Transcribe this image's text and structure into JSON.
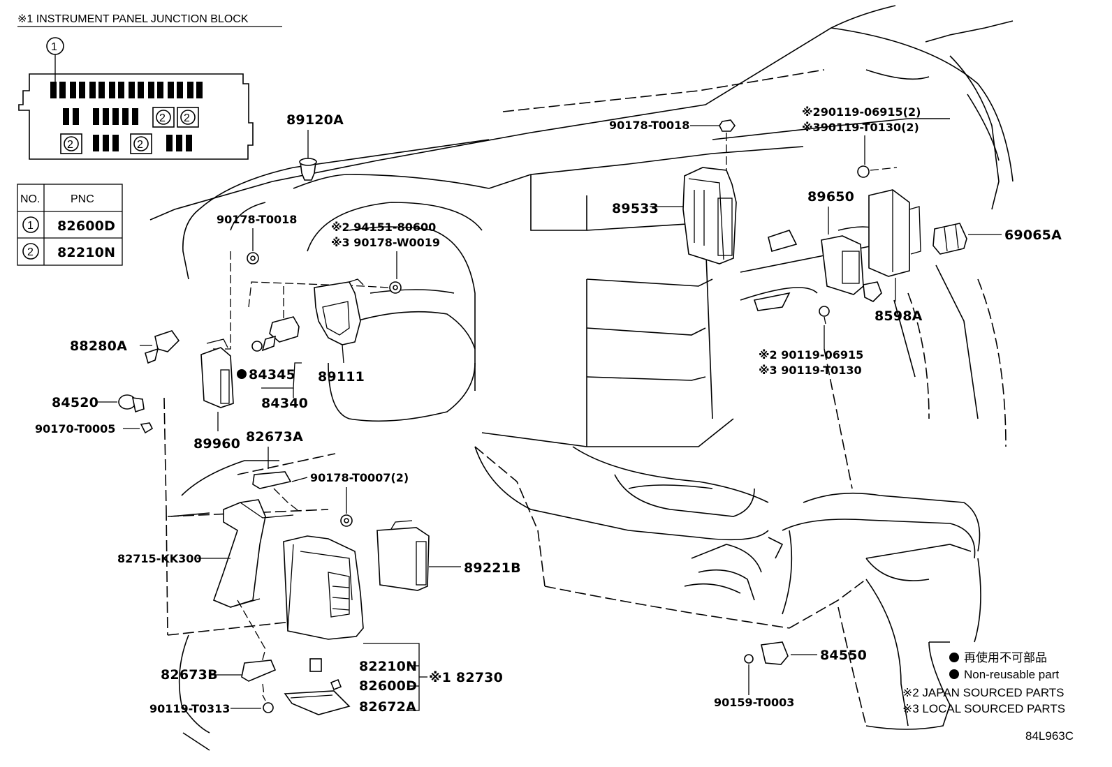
{
  "header": {
    "title": "※1 INSTRUMENT PANEL JUNCTION BLOCK"
  },
  "pnc_table": {
    "col_no": "NO.",
    "col_pnc": "PNC",
    "rows": [
      {
        "no": "1",
        "pnc": "82600D"
      },
      {
        "no": "2",
        "pnc": "82210N"
      }
    ]
  },
  "junction_block": {
    "callout": "1",
    "fuse_badge": "2"
  },
  "parts": {
    "p89120A": "89120A",
    "p90178T0018_a": "90178-T0018",
    "p90178T0018_b": "90178-T0018",
    "p94151_80600": "※2 94151-80600",
    "p90178_W0019": "※3 90178-W0019",
    "p88280A": "88280A",
    "p84345": "84345",
    "p84340": "84340",
    "p89111": "89111",
    "p84520": "84520",
    "p90170T0005": "90170-T0005",
    "p89960": "89960",
    "p82673A": "82673A",
    "p90178T0007": "90178-T0007(2)",
    "p82715": "82715-KK300",
    "p89221B": "89221B",
    "p82210N": "82210N",
    "p82600D": "82600D",
    "p82672A": "82672A",
    "p82730": "※1 82730",
    "p82673B": "82673B",
    "p90119T0313": "90119-T0313",
    "p89533": "89533",
    "p90119_06915_2": "※290119-06915(2)",
    "p90119_T0130_2": "※390119-T0130(2)",
    "p89650": "89650",
    "p69065A": "69065A",
    "p8598A": "8598A",
    "p90119_06915": "※2 90119-06915",
    "p90119_T0130": "※3 90119-T0130",
    "p84550": "84550",
    "p90159T0003": "90159-T0003"
  },
  "legend": {
    "nonreusable_jp": "再使用不可部品",
    "nonreusable_en": "Non-reusable part",
    "japan_sourced": "※2 JAPAN SOURCED PARTS",
    "local_sourced": "※3 LOCAL SOURCED PARTS"
  },
  "figure_code": "84L963C"
}
